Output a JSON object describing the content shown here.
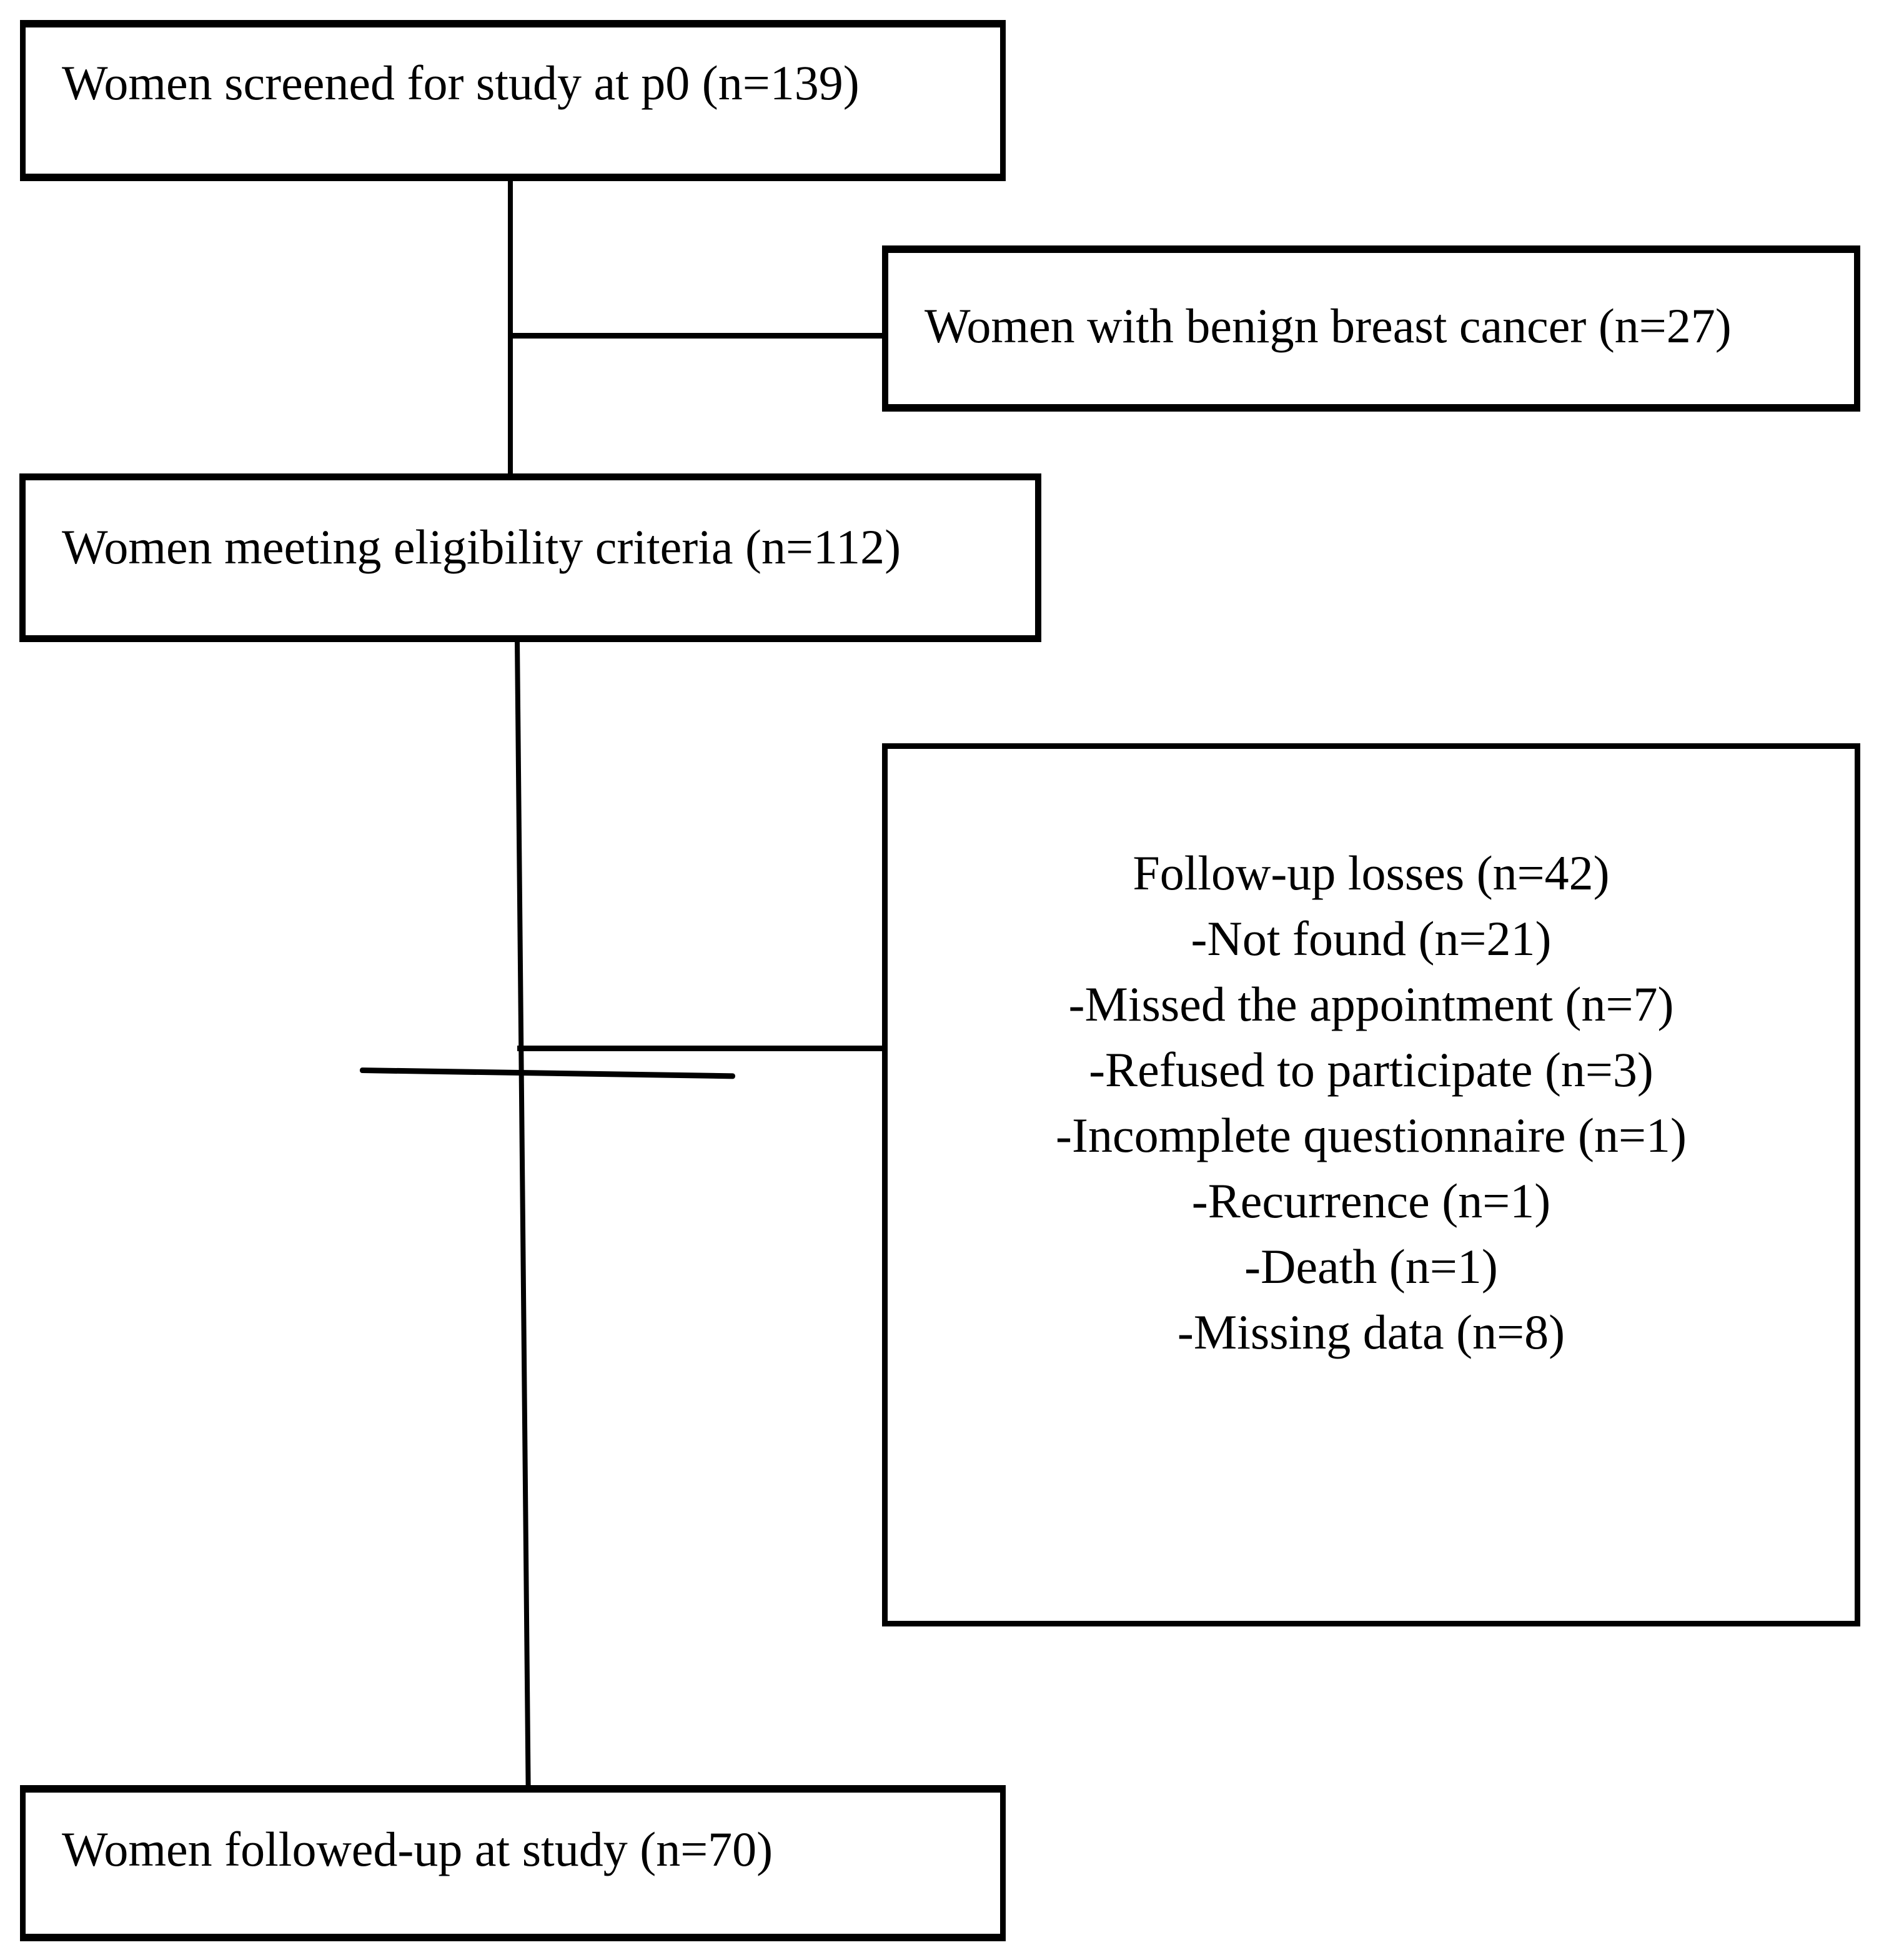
{
  "diagram": {
    "type": "study-flowchart",
    "background_color": "#ffffff",
    "stroke_color": "#000000",
    "boxes": {
      "screened": {
        "label": "Women screened for study at p0 (n=139)",
        "n": 139
      },
      "benign_excluded": {
        "label": "Women with benign breast cancer (n=27)",
        "n": 27
      },
      "eligible": {
        "label": "Women meeting eligibility criteria (n=112)",
        "n": 112
      },
      "followup_losses": {
        "title": "Follow-up losses (n=42)",
        "n": 42,
        "items": [
          "-Not found (n=21)",
          "-Missed the appointment (n=7)",
          "-Refused to participate (n=3)",
          "-Incomplete questionnaire (n=1)",
          "-Recurrence (n=1)",
          "-Death (n=1)",
          "-Missing data (n=8)"
        ]
      },
      "followed_up": {
        "label": "Women followed-up at study (n=70)",
        "n": 70
      }
    }
  }
}
